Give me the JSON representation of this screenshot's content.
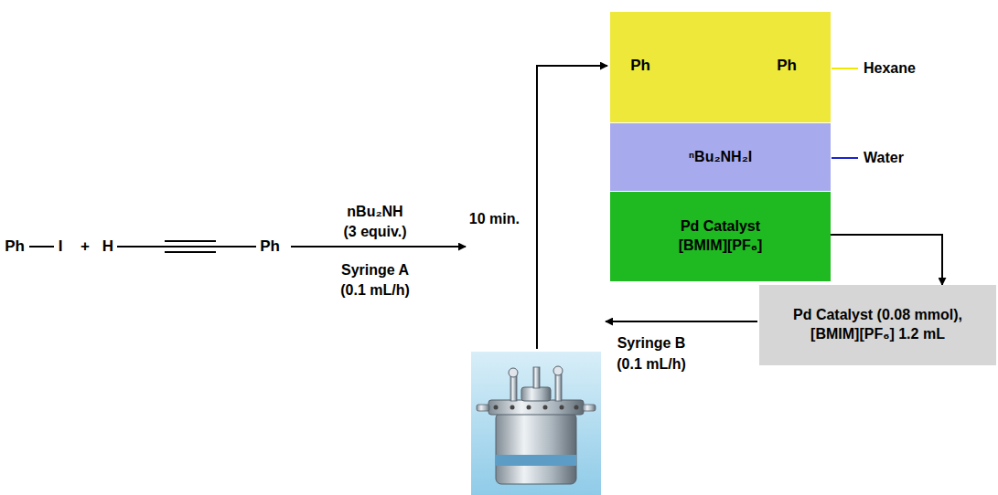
{
  "diagram": {
    "nodes": [
      {
        "text": [
          "Ph",
          "Ph"
        ]
      },
      {
        "text": [
          "ⁿBu₂NH₂I"
        ]
      },
      {
        "text": [
          "Pd Catalyst [BMIM][PF₆]"
        ]
      },
      {
        "text": [
          "Pd Catalyst (0.08 mmol), [BMIM][PF₆] 1.2 mL"
        ]
      }
    ],
    "edges": [
      {
        "from": 2,
        "to": 3,
        "arrow": "to"
      }
    ],
    "labels": [
      "Hexane",
      "Water",
      "10 min.",
      "Ph",
      "I",
      "+",
      "H",
      "Ph",
      "nBu₂NH",
      "(3 equiv.)",
      "Syringe A",
      "(0.1 mL/h)",
      "Syringe B",
      "(0.1 mL/h)"
    ]
  }
}
